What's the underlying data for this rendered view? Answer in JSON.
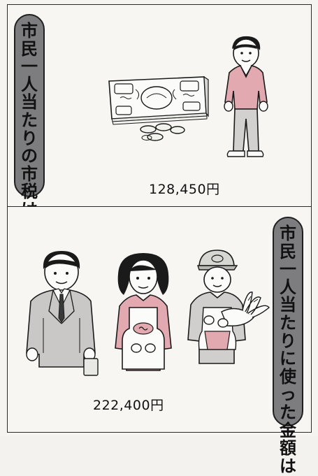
{
  "panels": [
    {
      "label": "市民一人当たりの市税は",
      "label_chars": [
        "市",
        "民",
        "一",
        "人",
        "当",
        "た",
        "り",
        "の",
        "市",
        "税",
        "は"
      ],
      "amount": "128,450円"
    },
    {
      "label": "市民一人当たりに使った金額は",
      "label_chars": [
        "市",
        "民",
        "一",
        "人",
        "当",
        "た",
        "り",
        "に",
        "使",
        "っ",
        "た",
        "金",
        "額",
        "は"
      ],
      "amount": "222,400円"
    }
  ],
  "colors": {
    "pill_fill": "#7d7d7f",
    "sweater_pink": "#e2aab0",
    "suit_gray": "#c9c8c6",
    "ink": "#1a1a1a"
  },
  "icons": [
    "money-stack-icon",
    "coins-icon",
    "man-figure-icon",
    "businessman-icon",
    "woman-apron-icon",
    "worker-vegetables-icon"
  ]
}
